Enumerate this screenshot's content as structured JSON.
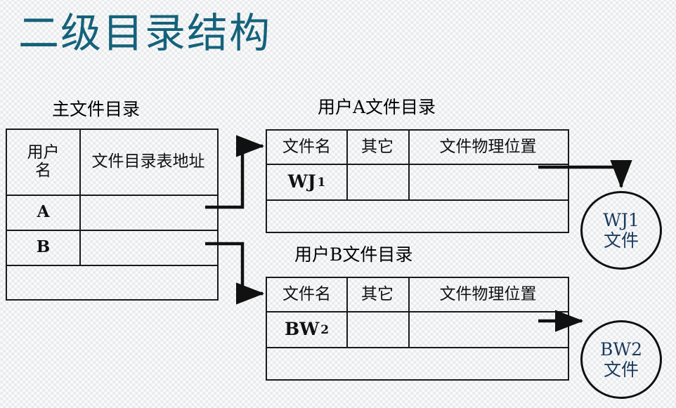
{
  "slide": {
    "title": "二级目录结构",
    "title_color": "#14627a",
    "background_color": "#fdfdfd"
  },
  "master_directory": {
    "caption": "主文件目录",
    "headers": [
      "用户名",
      "文件目录表地址"
    ],
    "rows": [
      {
        "user": "A",
        "address": ""
      },
      {
        "user": "B",
        "address": ""
      }
    ],
    "empty_row": ""
  },
  "user_a_directory": {
    "caption": "用户A文件目录",
    "headers": [
      "文件名",
      "其它",
      "文件物理位置"
    ],
    "rows": [
      {
        "file_name": "WJ",
        "file_index": "1",
        "other": "",
        "physical_location": ""
      }
    ],
    "empty_row": ""
  },
  "user_b_directory": {
    "caption": "用户B文件目录",
    "headers": [
      "文件名",
      "其它",
      "文件物理位置"
    ],
    "rows": [
      {
        "file_name": "BW",
        "file_index": "2",
        "other": "",
        "physical_location": ""
      }
    ],
    "empty_row": ""
  },
  "file_nodes": [
    {
      "name": "WJ1",
      "label": "文件"
    },
    {
      "name": "BW2",
      "label": "文件"
    }
  ],
  "connectors": [
    {
      "from": "master-row-a",
      "to": "user-a-directory-header"
    },
    {
      "from": "master-row-b",
      "to": "user-b-directory-header"
    },
    {
      "from": "user-a-directory-location",
      "to": "file-node-wj1"
    },
    {
      "from": "user-b-directory-location",
      "to": "file-node-bw2"
    }
  ]
}
